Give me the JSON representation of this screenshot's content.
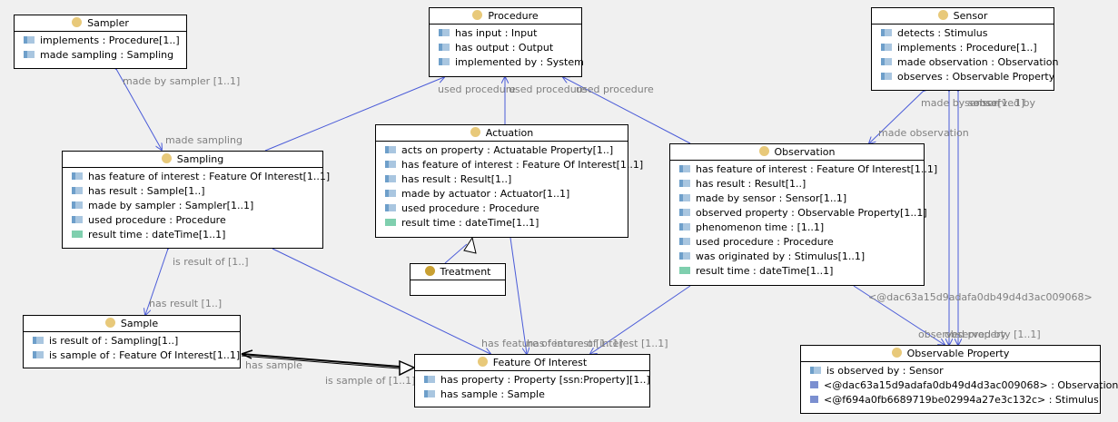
{
  "classes": {
    "sampler": {
      "name": "Sampler",
      "attrs": [
        {
          "text": "implements : Procedure[1..]",
          "kind": "object"
        },
        {
          "text": "made sampling : Sampling",
          "kind": "object"
        }
      ]
    },
    "procedure": {
      "name": "Procedure",
      "attrs": [
        {
          "text": "has input : Input",
          "kind": "object"
        },
        {
          "text": "has output : Output",
          "kind": "object"
        },
        {
          "text": "implemented by : System",
          "kind": "object"
        }
      ]
    },
    "sensor": {
      "name": "Sensor",
      "attrs": [
        {
          "text": "detects : Stimulus",
          "kind": "object"
        },
        {
          "text": "implements : Procedure[1..]",
          "kind": "object"
        },
        {
          "text": "made observation : Observation",
          "kind": "object"
        },
        {
          "text": "observes : Observable Property",
          "kind": "object"
        }
      ]
    },
    "actuation": {
      "name": "Actuation",
      "attrs": [
        {
          "text": "acts on property : Actuatable Property[1..]",
          "kind": "object"
        },
        {
          "text": "has feature of interest : Feature Of Interest[1..1]",
          "kind": "object"
        },
        {
          "text": "has result : Result[1..]",
          "kind": "object"
        },
        {
          "text": "made by actuator : Actuator[1..1]",
          "kind": "object"
        },
        {
          "text": "used procedure : Procedure",
          "kind": "object"
        },
        {
          "text": "result time : dateTime[1..1]",
          "kind": "data"
        }
      ]
    },
    "sampling": {
      "name": "Sampling",
      "attrs": [
        {
          "text": "has feature of interest : Feature Of Interest[1..1]",
          "kind": "object"
        },
        {
          "text": "has result : Sample[1..]",
          "kind": "object"
        },
        {
          "text": "made by sampler : Sampler[1..1]",
          "kind": "object"
        },
        {
          "text": "used procedure : Procedure",
          "kind": "object"
        },
        {
          "text": "result time : dateTime[1..1]",
          "kind": "data"
        }
      ]
    },
    "observation": {
      "name": "Observation",
      "attrs": [
        {
          "text": "has feature of interest : Feature Of Interest[1..1]",
          "kind": "object"
        },
        {
          "text": "has result : Result[1..]",
          "kind": "object"
        },
        {
          "text": "made by sensor : Sensor[1..1]",
          "kind": "object"
        },
        {
          "text": "observed property : Observable Property[1..1]",
          "kind": "object"
        },
        {
          "text": "phenomenon time : [1..1]",
          "kind": "object"
        },
        {
          "text": "used procedure : Procedure",
          "kind": "object"
        },
        {
          "text": "was originated by : Stimulus[1..1]",
          "kind": "object"
        },
        {
          "text": "result time : dateTime[1..1]",
          "kind": "data"
        }
      ]
    },
    "treatment": {
      "name": "Treatment",
      "attrs": []
    },
    "sample": {
      "name": "Sample",
      "attrs": [
        {
          "text": "is result of : Sampling[1..]",
          "kind": "object"
        },
        {
          "text": "is sample of : Feature Of Interest[1..1]",
          "kind": "object"
        }
      ]
    },
    "foi": {
      "name": "Feature Of Interest",
      "attrs": [
        {
          "text": "has property : Property  [ssn:Property][1..]",
          "kind": "object"
        },
        {
          "text": "has sample : Sample",
          "kind": "object"
        }
      ]
    },
    "obsprop": {
      "name": "Observable Property",
      "attrs": [
        {
          "text": "is observed by : Sensor",
          "kind": "object"
        },
        {
          "text": "<@dac63a15d9adafa0db49d4d3ac009068> : Observation",
          "kind": "annot"
        },
        {
          "text": "<@f694a0fb6689719be02994a27e3c132c> : Stimulus",
          "kind": "annot"
        }
      ]
    }
  },
  "edge_labels": {
    "made_by_sampler": "made by sampler [1..1]",
    "made_sampling": "made sampling",
    "used_procedure_1": "used procedure",
    "used_procedure_2": "used procedure",
    "used_procedure_3": "used procedure",
    "made_by_sensor": "made by sensor",
    "sensor_overlap_1": "sensor[1..1]",
    "sensor_overlap_2": "observed by",
    "made_observation": "made observation",
    "is_result_of": "is result of [1..]",
    "has_result": "has result [1..]",
    "has_sample": "has sample",
    "is_sample_of": "is sample of [1..1]",
    "hfoi_1": "has feature of interest [1..1]",
    "hfoi_2": "has feature of interest [1..1]",
    "dac_link": "<@dac63a15d9adafa0db49d4d3ac009068>",
    "observed_property": "observed property [1..1]",
    "observed_overlap": "observed by"
  },
  "colors": {
    "edge": "#4a5bd8",
    "label": "#808080",
    "class_dot": "#e8c97a",
    "treatment_dot": "#c9a032"
  }
}
